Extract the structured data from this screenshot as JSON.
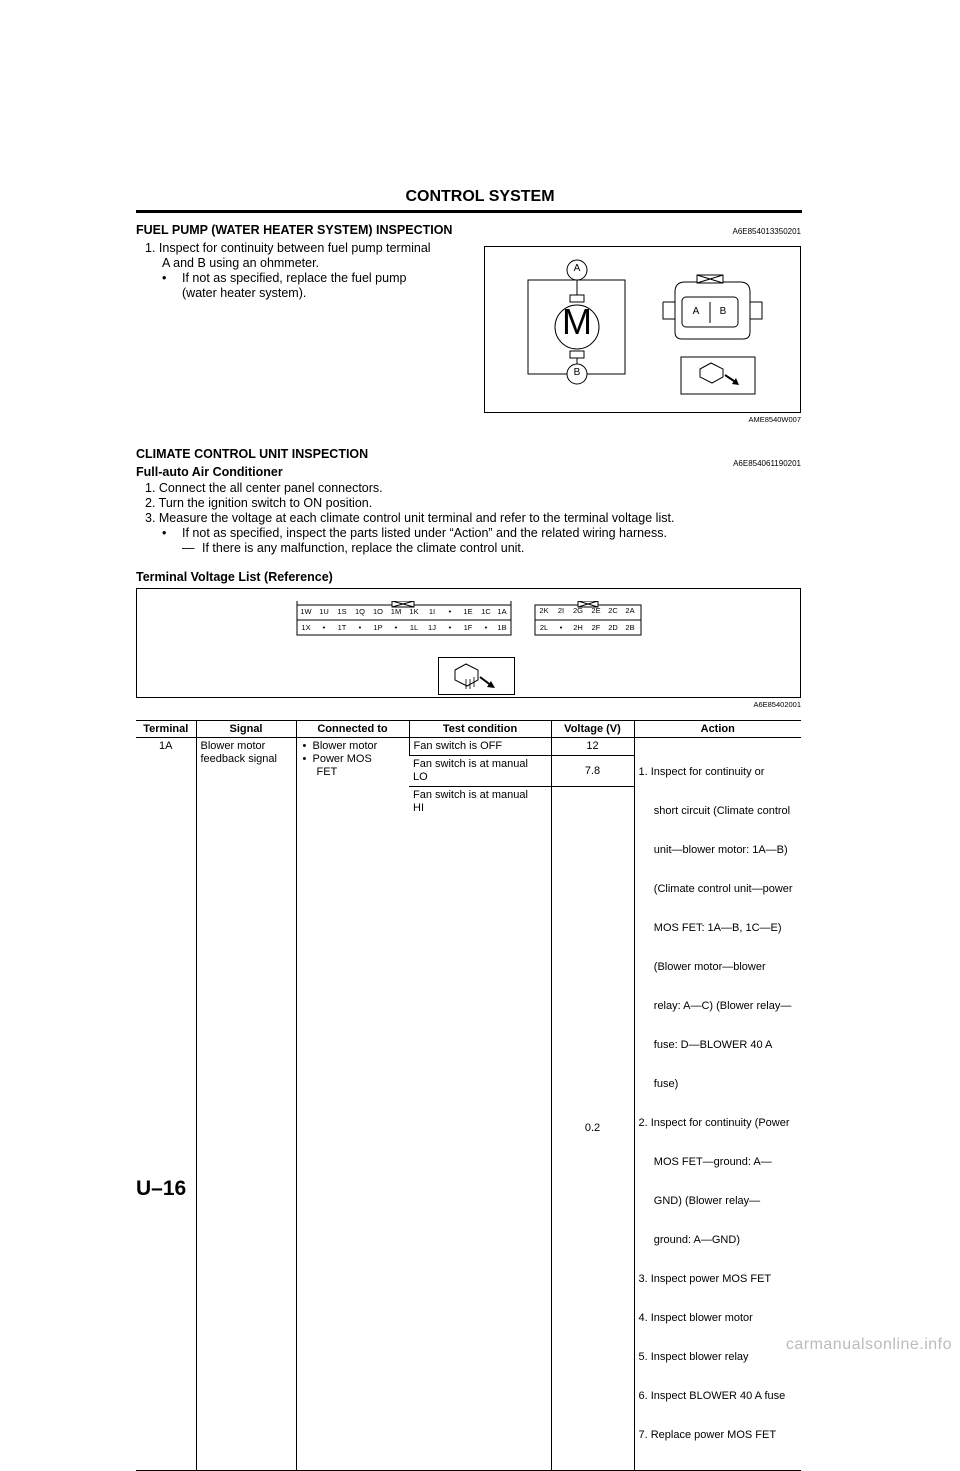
{
  "header": {
    "title": "CONTROL SYSTEM"
  },
  "fuel_pump": {
    "title": "FUEL PUMP (WATER HEATER SYSTEM) INSPECTION",
    "code": "A6E854013350201",
    "step1_line1": "1.  Inspect for continuity between fuel pump terminal",
    "step1_line2": "A and B using an ohmmeter.",
    "bullet_line1": "If not as specified, replace the fuel pump",
    "bullet_line2": "(water heater system).",
    "figure": {
      "motor_label": "M",
      "terminal_a": "A",
      "terminal_b": "B",
      "conn_a": "A",
      "conn_b": "B",
      "code": "AME8540W007"
    }
  },
  "climate": {
    "title": "CLIMATE CONTROL UNIT INSPECTION",
    "code": "A6E854061190201",
    "subtitle": "Full-auto Air Conditioner",
    "step1": "1.  Connect the all center panel connectors.",
    "step2": "2.  Turn the ignition switch to ON position.",
    "step3": "3.  Measure the voltage at each climate control unit terminal and refer to the terminal voltage list.",
    "bullet": "If not as specified, inspect the parts listed under “Action” and the related wiring harness.",
    "dash": "If there is any malfunction, replace the climate control unit.",
    "dash_symbol": "—"
  },
  "terminal_list": {
    "title": "Terminal Voltage List (Reference)",
    "figure_code": "A6E85402001",
    "conn1_top": [
      "1W",
      "1U",
      "1S",
      "1Q",
      "1O",
      "1M",
      "1K",
      "1I",
      "•",
      "1E",
      "1C",
      "1A"
    ],
    "conn1_bottom": [
      "1X",
      "•",
      "1T",
      "•",
      "1P",
      "•",
      "1L",
      "1J",
      "•",
      "1F",
      "•",
      "1B"
    ],
    "conn2_top": [
      "2K",
      "2I",
      "2G",
      "2E",
      "2C",
      "2A"
    ],
    "conn2_bottom": [
      "2L",
      "•",
      "2H",
      "2F",
      "2D",
      "2B"
    ]
  },
  "table": {
    "headers": [
      "Terminal",
      "Signal",
      "Connected to",
      "Test condition",
      "Voltage (V)",
      "Action"
    ],
    "terminal": "1A",
    "signal_line1": "Blower motor",
    "signal_line2": "feedback signal",
    "connected": [
      "Blower motor",
      "Power MOS",
      "FET"
    ],
    "conditions": [
      {
        "line1": "Fan switch is OFF",
        "line2": "",
        "voltage": "12"
      },
      {
        "line1": "Fan switch is at manual",
        "line2": "LO",
        "voltage": "7.8"
      },
      {
        "line1": "Fan switch is at manual",
        "line2": "HI",
        "voltage": "0.2"
      }
    ],
    "action_lines": [
      "1. Inspect for continuity or",
      "     short circuit (Climate control",
      "     unit—blower motor: 1A—B)",
      "     (Climate control unit—power",
      "     MOS FET: 1A—B, 1C—E)",
      "     (Blower motor—blower",
      "     relay: A—C) (Blower relay—",
      "     fuse: D—BLOWER 40 A",
      "     fuse)",
      "2. Inspect for continuity (Power",
      "     MOS FET—ground: A—",
      "     GND) (Blower relay—",
      "     ground: A—GND)",
      "3. Inspect power MOS FET",
      "4. Inspect blower motor",
      "5. Inspect blower relay",
      "6. Inspect BLOWER 40 A fuse",
      "7. Replace power MOS FET"
    ]
  },
  "footer": {
    "page_number": "U–16",
    "watermark": "carmanualsonline.info"
  }
}
